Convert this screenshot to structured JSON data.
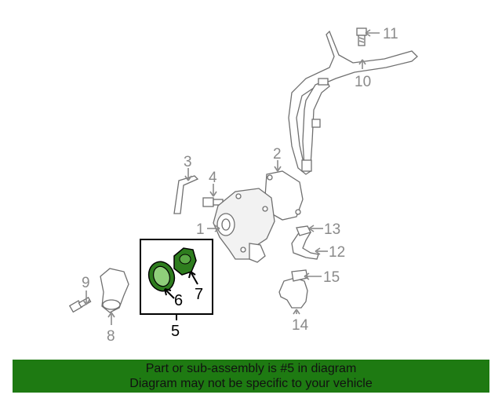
{
  "callouts": {
    "c1": "1",
    "c2": "2",
    "c3": "3",
    "c4": "4",
    "c5": "5",
    "c6": "6",
    "c7": "7",
    "c8": "8",
    "c9": "9",
    "c10": "10",
    "c11": "11",
    "c12": "12",
    "c13": "13",
    "c14": "14",
    "c15": "15"
  },
  "banner": {
    "line1": "Part or sub-assembly is #5 in diagram",
    "line2": "Diagram may not be specific to your vehicle"
  },
  "colors": {
    "banner_bg": "#1e7a12",
    "banner_text": "#111111",
    "highlight_part": "#2e7d1e",
    "callout_gray": "#8a8a8a"
  }
}
